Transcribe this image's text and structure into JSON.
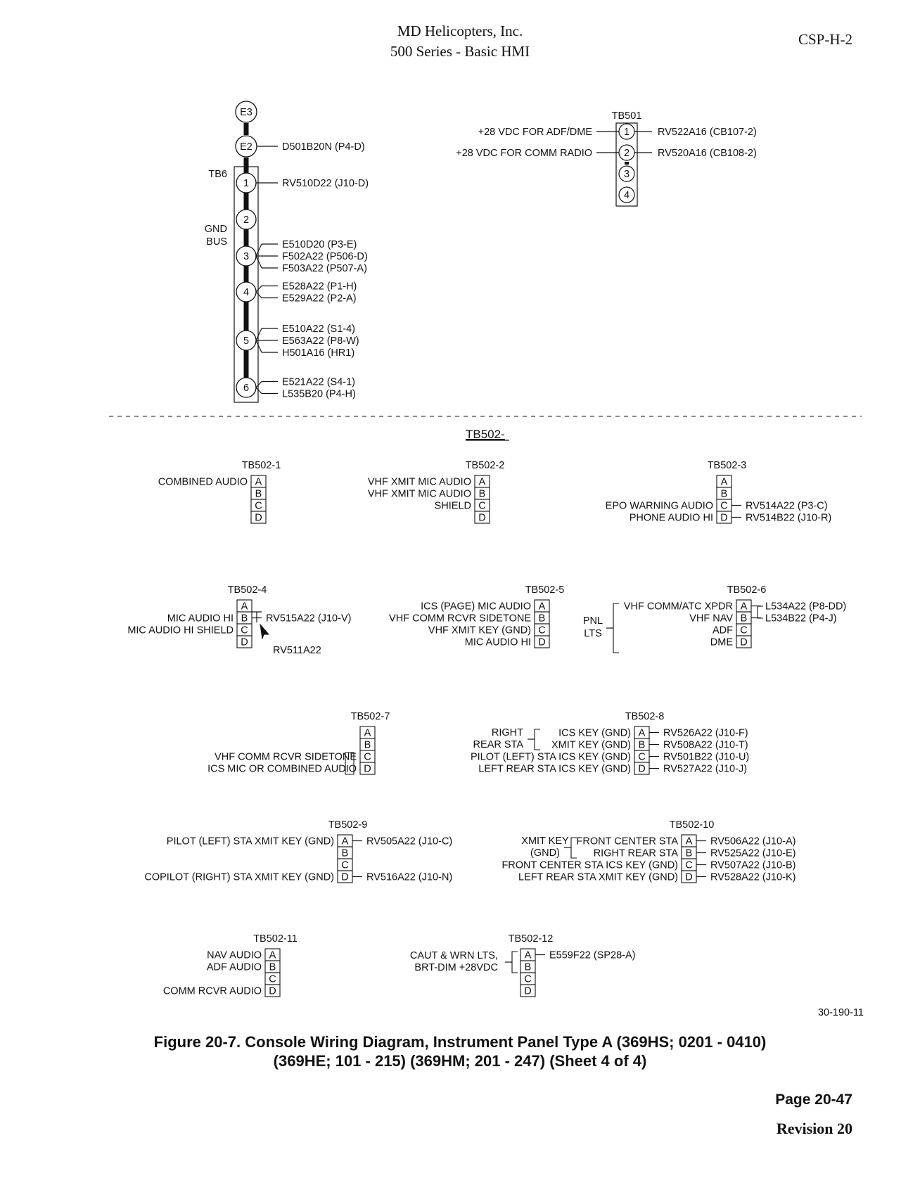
{
  "header": {
    "company": "MD Helicopters, Inc.",
    "series": "500 Series - Basic HMI",
    "doc_code": "CSP-H-2"
  },
  "ground_bus": {
    "terminal_label": "TB6",
    "bus_label_1": "GND",
    "bus_label_2": "BUS",
    "nodes": [
      {
        "id": "E3",
        "wires": []
      },
      {
        "id": "E2",
        "wires": [
          "D501B20N (P4-D)"
        ]
      },
      {
        "id": "1",
        "wires": [
          "RV510D22 (J10-D)"
        ]
      },
      {
        "id": "2",
        "wires": []
      },
      {
        "id": "3",
        "wires": [
          "E510D20 (P3-E)",
          "F502A22 (P506-D)",
          "F503A22 (P507-A)"
        ]
      },
      {
        "id": "4",
        "wires": [
          "E528A22 (P1-H)",
          "E529A22 (P2-A)"
        ]
      },
      {
        "id": "5",
        "wires": [
          "E510A22 (S1-4)",
          "E563A22 (P8-W)",
          "H501A16 (HR1)"
        ]
      },
      {
        "id": "6",
        "wires": [
          "E521A22 (S4-1)",
          "L535B20 (P4-H)"
        ]
      }
    ]
  },
  "tb501": {
    "label": "TB501",
    "pins": [
      {
        "id": "1",
        "left": "+28 VDC FOR ADF/DME",
        "right": "RV522A16 (CB107-2)"
      },
      {
        "id": "2",
        "left": "+28 VDC FOR COMM RADIO",
        "right": "RV520A16 (CB108-2)"
      },
      {
        "id": "3",
        "left": "",
        "right": ""
      },
      {
        "id": "4",
        "left": "",
        "right": ""
      }
    ]
  },
  "tb502_title": "TB502-",
  "pin_letters": [
    "A",
    "B",
    "C",
    "D"
  ],
  "blocks": {
    "b1": {
      "label": "TB502-1",
      "left": [
        "COMBINED AUDIO",
        "",
        "",
        ""
      ],
      "right": [
        "",
        "",
        "",
        ""
      ]
    },
    "b2": {
      "label": "TB502-2",
      "left": [
        "VHF XMIT MIC AUDIO",
        "VHF XMIT MIC AUDIO",
        "SHIELD",
        ""
      ],
      "right": [
        "",
        "",
        "",
        ""
      ]
    },
    "b3": {
      "label": "TB502-3",
      "left": [
        "",
        "",
        "EPO WARNING AUDIO",
        "PHONE AUDIO HI"
      ],
      "right": [
        "",
        "",
        "RV514A22 (P3-C)",
        "RV514B22 (J10-R)"
      ]
    },
    "b4": {
      "label": "TB502-4",
      "left": [
        "",
        "MIC AUDIO HI",
        "MIC AUDIO HI SHIELD",
        ""
      ],
      "right": [
        "",
        "RV515A22 (J10-V)",
        "",
        ""
      ],
      "shield_wire": "RV511A22"
    },
    "b5": {
      "label": "TB502-5",
      "left": [
        "ICS (PAGE) MIC AUDIO",
        "VHF COMM RCVR SIDETONE",
        "VHF XMIT KEY (GND)",
        "MIC AUDIO HI"
      ],
      "right": [
        "",
        "",
        "",
        ""
      ]
    },
    "b6": {
      "label": "TB502-6",
      "left": [
        "VHF COMM/ATC XPDR",
        "VHF NAV",
        "ADF",
        "DME"
      ],
      "right": [
        "L534A22 (P8-DD)",
        "L534B22 (P4-J)",
        "",
        ""
      ],
      "group_1": "PNL",
      "group_2": "LTS"
    },
    "b7": {
      "label": "TB502-7",
      "left": [
        "",
        "",
        "VHF COMM RCVR SIDETONE",
        "ICS MIC OR COMBINED AUDIO"
      ],
      "right": [
        "",
        "",
        "",
        ""
      ]
    },
    "b8": {
      "label": "TB502-8",
      "left": [
        "ICS KEY (GND)",
        "XMIT KEY (GND)",
        "PILOT (LEFT) STA ICS KEY (GND)",
        "LEFT REAR STA ICS KEY (GND)"
      ],
      "right": [
        "RV526A22 (J10-F)",
        "RV508A22 (J10-T)",
        "RV501B22 (J10-U)",
        "RV527A22 (J10-J)"
      ],
      "group_1": "RIGHT",
      "group_2": "REAR STA"
    },
    "b9": {
      "label": "TB502-9",
      "left": [
        "PILOT (LEFT) STA XMIT KEY (GND)",
        "",
        "",
        "COPILOT (RIGHT) STA XMIT KEY (GND)"
      ],
      "right": [
        "RV505A22 (J10-C)",
        "",
        "",
        "RV516A22 (J10-N)"
      ]
    },
    "b10": {
      "label": "TB502-10",
      "left": [
        "FRONT CENTER STA",
        "RIGHT REAR STA",
        "FRONT CENTER STA ICS KEY (GND)",
        "LEFT REAR STA XMIT KEY (GND)"
      ],
      "right": [
        "RV506A22 (J10-A)",
        "RV525A22 (J10-E)",
        "RV507A22 (J10-B)",
        "RV528A22 (J10-K)"
      ],
      "group_1": "XMIT KEY",
      "group_2": "(GND)"
    },
    "b11": {
      "label": "TB502-11",
      "left": [
        "NAV AUDIO",
        "ADF AUDIO",
        "",
        "COMM RCVR AUDIO"
      ],
      "right": [
        "",
        "",
        "",
        ""
      ]
    },
    "b12": {
      "label": "TB502-12",
      "left": [
        "",
        "",
        "",
        ""
      ],
      "right": [
        "E559F22 (SP28-A)",
        "",
        "",
        ""
      ],
      "group_1": "CAUT & WRN LTS,",
      "group_2": "BRT-DIM +28VDC"
    }
  },
  "drawing_number": "30-190-11",
  "caption": {
    "line1": "Figure  20-7.  Console Wiring Diagram, Instrument Panel Type A (369HS; 0201 - 0410)",
    "line2": "(369HE; 101 - 215) (369HM; 201 - 247) (Sheet 4 of 4)"
  },
  "footer": {
    "page": "Page  20-47",
    "revision": "Revision 20"
  }
}
